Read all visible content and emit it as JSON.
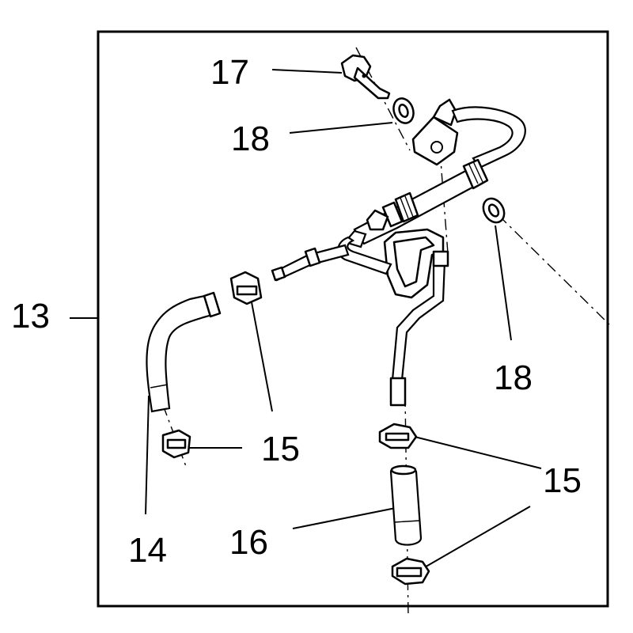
{
  "diagram": {
    "callouts": {
      "c13": "13",
      "c14": "14",
      "c15a": "15",
      "c15b": "15",
      "c16": "16",
      "c17": "17",
      "c18a": "18",
      "c18b": "18"
    }
  }
}
